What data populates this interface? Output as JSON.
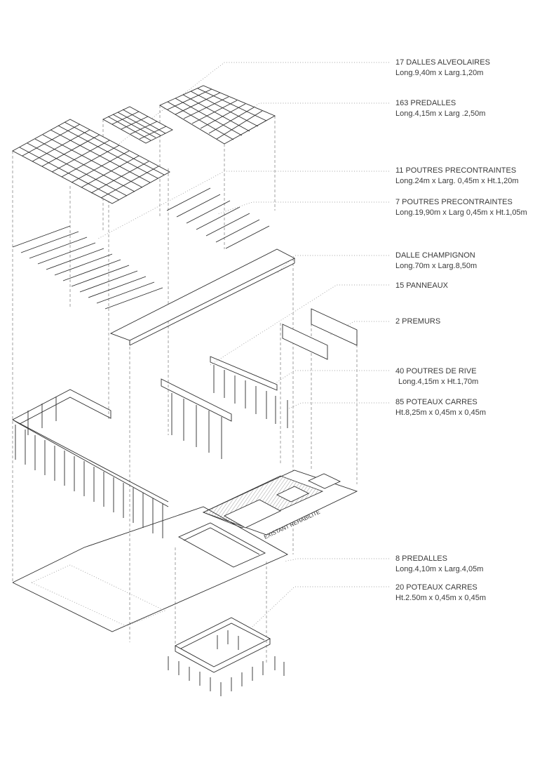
{
  "labels": [
    {
      "title": "17 DALLES ALVEOLAIRES",
      "spec": "Long.9,40m x Larg.1,20m"
    },
    {
      "title": "163 PREDALLES",
      "spec": "Long.4,15m x Larg .2,50m"
    },
    {
      "title": "11 POUTRES PRECONTRAINTES",
      "spec": "Long.24m x Larg. 0,45m x Ht.1,20m"
    },
    {
      "title": "7 POUTRES PRECONTRAINTES",
      "spec": "Long.19,90m x Larg 0,45m x Ht.1,05m"
    },
    {
      "title": "DALLE CHAMPIGNON",
      "spec": "Long.70m x Larg.8,50m"
    },
    {
      "title": "15 PANNEAUX",
      "spec": ""
    },
    {
      "title": "2 PREMURS",
      "spec": ""
    },
    {
      "title": "40 POUTRES DE RIVE",
      "spec": "Long.4,15m x Ht.1,70m"
    },
    {
      "title": "85 POTEAUX CARRES",
      "spec": "Ht.8,25m x 0,45m x 0,45m"
    },
    {
      "title": "8 PREDALLES",
      "spec": "Long.4,10m x Larg.4,05m"
    },
    {
      "title": "20 POTEAUX CARRES",
      "spec": "Ht.2.50m x 0,45m x 0,45m"
    }
  ],
  "existing_label": "EXISTANT REHABILITE"
}
